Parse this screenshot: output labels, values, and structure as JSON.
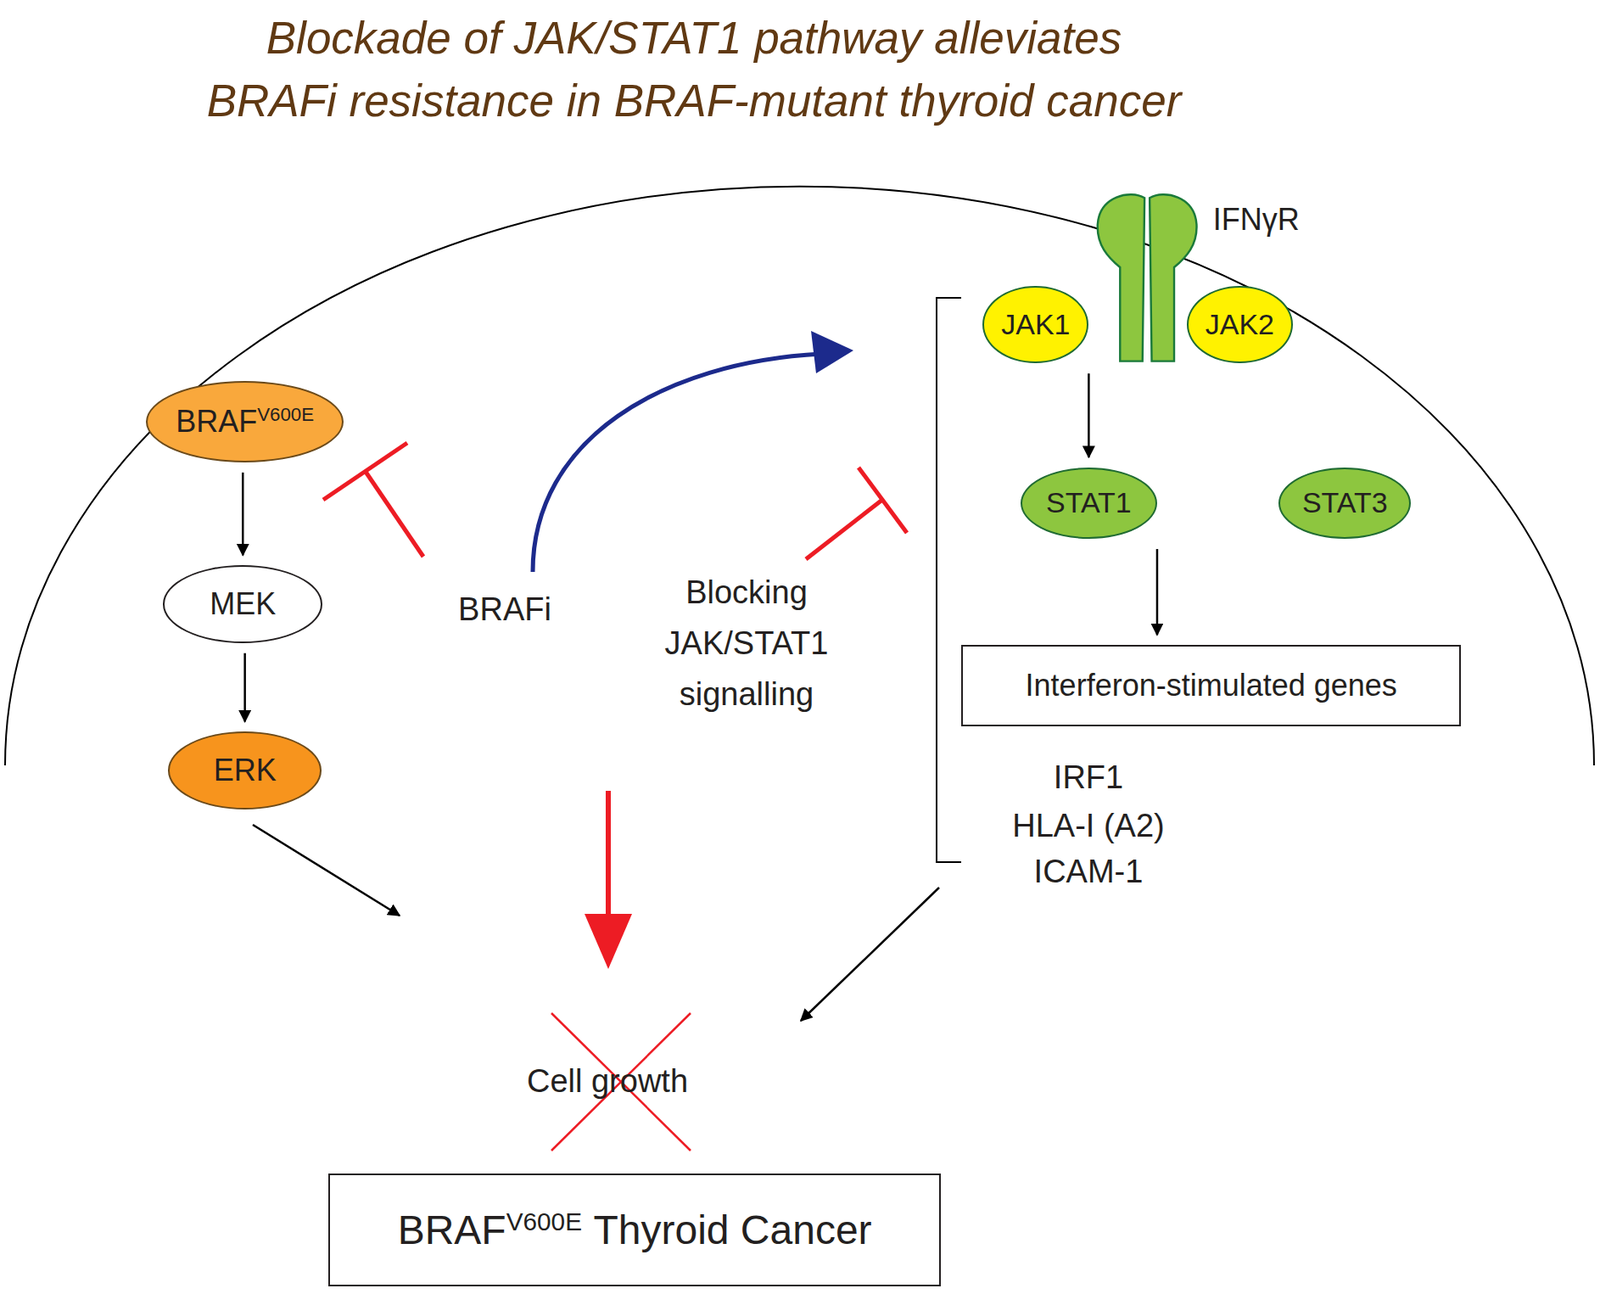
{
  "diagram": {
    "title": "Blockade of JAK/STAT1 pathway alleviates BRAFi resistance in BRAF-mutant thyroid cancer",
    "nodes": [
      {
        "text": [
          "IFNγR"
        ]
      },
      {
        "text": [
          "JAK1"
        ]
      },
      {
        "text": [
          "JAK2"
        ]
      },
      {
        "text": [
          "BRAF",
          "V600E"
        ]
      },
      {
        "text": [
          "STAT1"
        ]
      },
      {
        "text": [
          "STAT3"
        ]
      },
      {
        "text": [
          "MEK"
        ]
      },
      {
        "text": [
          "Interferon-stimulated genes"
        ]
      },
      {
        "text": [
          "ERK"
        ]
      },
      {
        "text": [
          "BRAF",
          "V600E",
          "Thyroid Cancer"
        ]
      }
    ],
    "edges": [
      {
        "from": 3,
        "to": 6,
        "arrow": "to"
      },
      {
        "from": 6,
        "to": 8,
        "arrow": "to"
      },
      {
        "from": 1,
        "to": 4,
        "arrow": "to"
      },
      {
        "from": 4,
        "to": 7,
        "arrow": "to"
      }
    ],
    "labels": [
      "BRAFi",
      "Blocking JAK/STAT1 signalling",
      "IRF1",
      "HLA-I (A2)",
      "ICAM-1",
      "Cell growth"
    ]
  }
}
